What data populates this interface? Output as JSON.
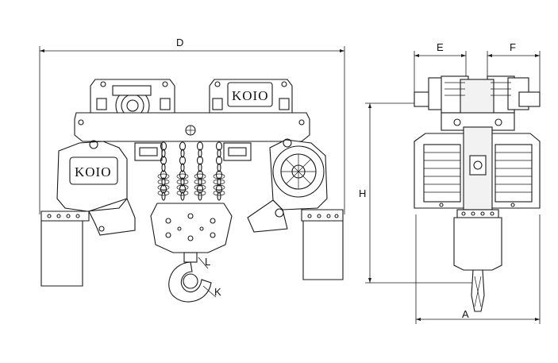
{
  "brand": {
    "logo_left": "KOIO",
    "logo_right": "KOIO"
  },
  "dimensions": {
    "D": "D",
    "E": "E",
    "F": "F",
    "H": "H",
    "A": "A",
    "L": "L",
    "K": "K"
  },
  "colors": {
    "line": "#1a1a1a",
    "background": "#ffffff"
  }
}
